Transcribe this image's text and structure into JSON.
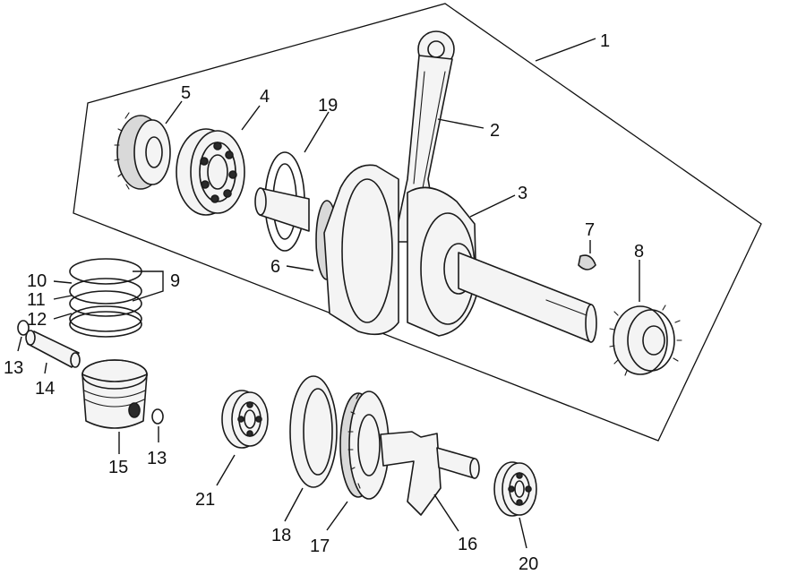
{
  "callouts": [
    {
      "id": "c1",
      "text": "1"
    },
    {
      "id": "c2",
      "text": "2"
    },
    {
      "id": "c3",
      "text": "3"
    },
    {
      "id": "c4",
      "text": "4"
    },
    {
      "id": "c5",
      "text": "5"
    },
    {
      "id": "c6",
      "text": "6"
    },
    {
      "id": "c7",
      "text": "7"
    },
    {
      "id": "c8",
      "text": "8"
    },
    {
      "id": "c9",
      "text": "9"
    },
    {
      "id": "c10",
      "text": "10"
    },
    {
      "id": "c11",
      "text": "11"
    },
    {
      "id": "c12",
      "text": "12"
    },
    {
      "id": "c13a",
      "text": "13"
    },
    {
      "id": "c13b",
      "text": "13"
    },
    {
      "id": "c14",
      "text": "14"
    },
    {
      "id": "c15",
      "text": "15"
    },
    {
      "id": "c16",
      "text": "16"
    },
    {
      "id": "c17",
      "text": "17"
    },
    {
      "id": "c18",
      "text": "18"
    },
    {
      "id": "c19",
      "text": "19"
    },
    {
      "id": "c20",
      "text": "20"
    },
    {
      "id": "c21",
      "text": "21"
    }
  ]
}
